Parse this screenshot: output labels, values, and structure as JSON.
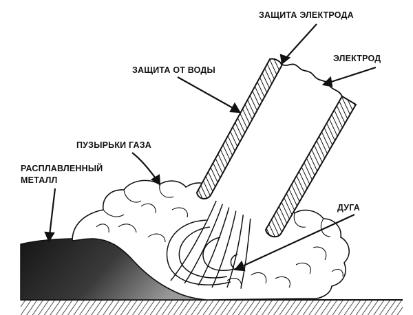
{
  "labels": {
    "electrode_coating": "ЗАЩИТА ЭЛЕКТРОДА",
    "electrode": "ЭЛЕКТРОД",
    "water_protection": "ЗАЩИТА ОТ ВОДЫ",
    "gas_bubbles": "ПУЗЫРЬКИ ГАЗА",
    "molten_metal_line1": "РАСПЛАВЛЕННЫЙ",
    "molten_metal_line2": "МЕТАЛЛ",
    "arc": "ДУГА"
  },
  "colors": {
    "ink": "#111111",
    "molten_metal_dark": "#1a1a1a",
    "molten_metal_light": "#8a8a8a",
    "background": "#ffffff"
  }
}
